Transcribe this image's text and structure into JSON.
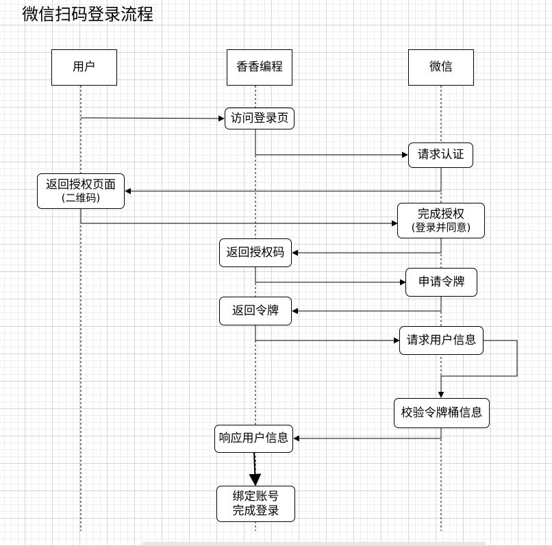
{
  "title": "微信扫码登录流程",
  "lanes": {
    "user": "用户",
    "site": "香香编程",
    "wechat": "微信"
  },
  "steps": {
    "visit_login": "访问登录页",
    "request_auth": "请求认证",
    "return_auth_page": {
      "line1": "返回授权页面",
      "line2": "(二维码)"
    },
    "complete_auth": {
      "line1": "完成授权",
      "line2": "(登录并同意)"
    },
    "return_auth_code": "返回授权码",
    "apply_token": "申请令牌",
    "return_token": "返回令牌",
    "request_userinfo": "请求用户信息",
    "verify_token": "校验令牌桶信息",
    "respond_userinfo": "响应用户信息",
    "finish": {
      "line1": "绑定账号",
      "line2": "完成登录"
    }
  }
}
